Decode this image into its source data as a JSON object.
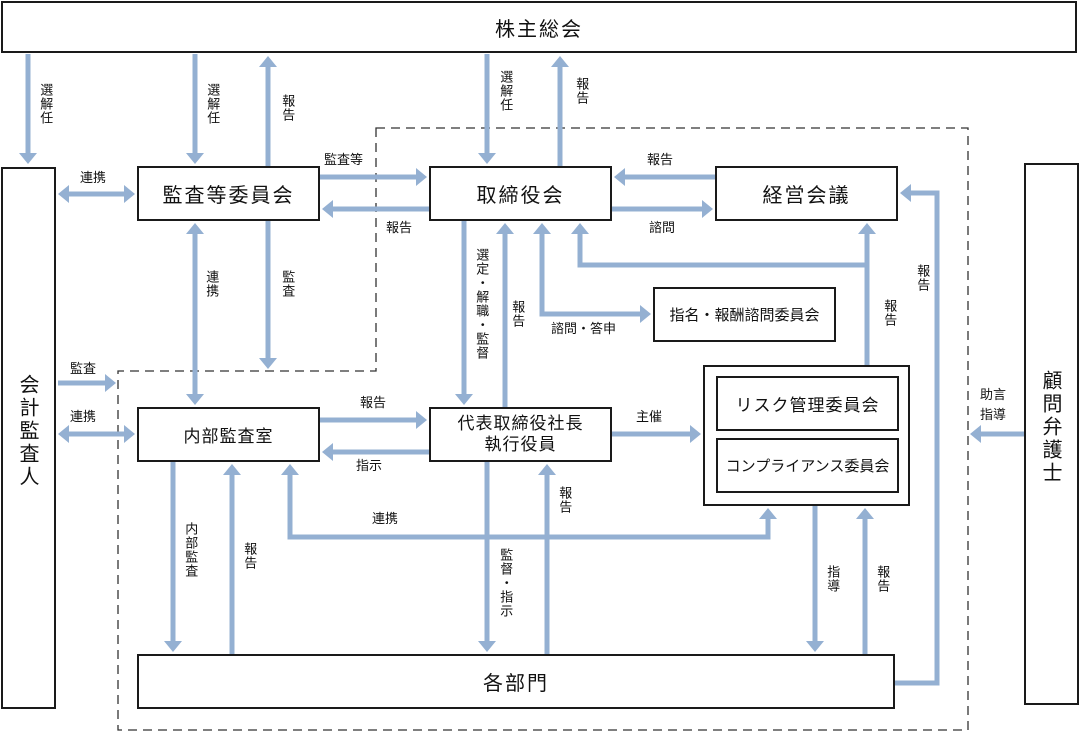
{
  "colors": {
    "arrow": "#94b0d2",
    "border": "#1a1a1a",
    "dashed": "#333333"
  },
  "nodes": {
    "shareholders_meeting": "株主総会",
    "audit_committee": "監査等委員会",
    "board_of_directors": "取締役会",
    "management_meeting": "経営会議",
    "nomination_committee": "指名・報酬諮問委員会",
    "internal_audit": "内部監査室",
    "president": [
      "代表取締役社長",
      "執行役員"
    ],
    "risk_committee": "リスク管理委員会",
    "compliance_committee": "コンプライアンス委員会",
    "departments": "各部門",
    "accounting_auditor": "会計監査人",
    "legal_advisor": "顧問弁護士"
  },
  "labels": {
    "sh_to_auditor": "選解任",
    "sh_to_audit_committee": "選解任",
    "audit_committee_to_sh": "報告",
    "sh_to_board": "選解任",
    "board_to_sh": "報告",
    "auditor_audit_committee": "連携",
    "audit_committee_to_board": "監査等",
    "board_to_audit_committee": "報告",
    "mgmt_to_board": "報告",
    "board_to_mgmt": "諮問",
    "audit_committee_internal": "連携",
    "audit_committee_audit": "監査",
    "board_to_president": "選定・解職・監督",
    "president_to_board": "報告",
    "board_nomination": "諮問・答申",
    "committees_to_mgmt": "報告",
    "departments_to_mgmt": "報告",
    "auditor_audit": "監査",
    "auditor_internal": "連携",
    "internal_to_president": "報告",
    "president_to_internal": "指示",
    "president_to_committees": "主催",
    "internal_committees": "連携",
    "internal_to_departments": "内部監査",
    "departments_to_internal": "報告",
    "president_to_departments": "監督・指示",
    "departments_to_president": "報告",
    "committees_to_departments": "指導",
    "departments_to_committees": "報告",
    "lawyer_advice": [
      "助言",
      "指導"
    ]
  }
}
